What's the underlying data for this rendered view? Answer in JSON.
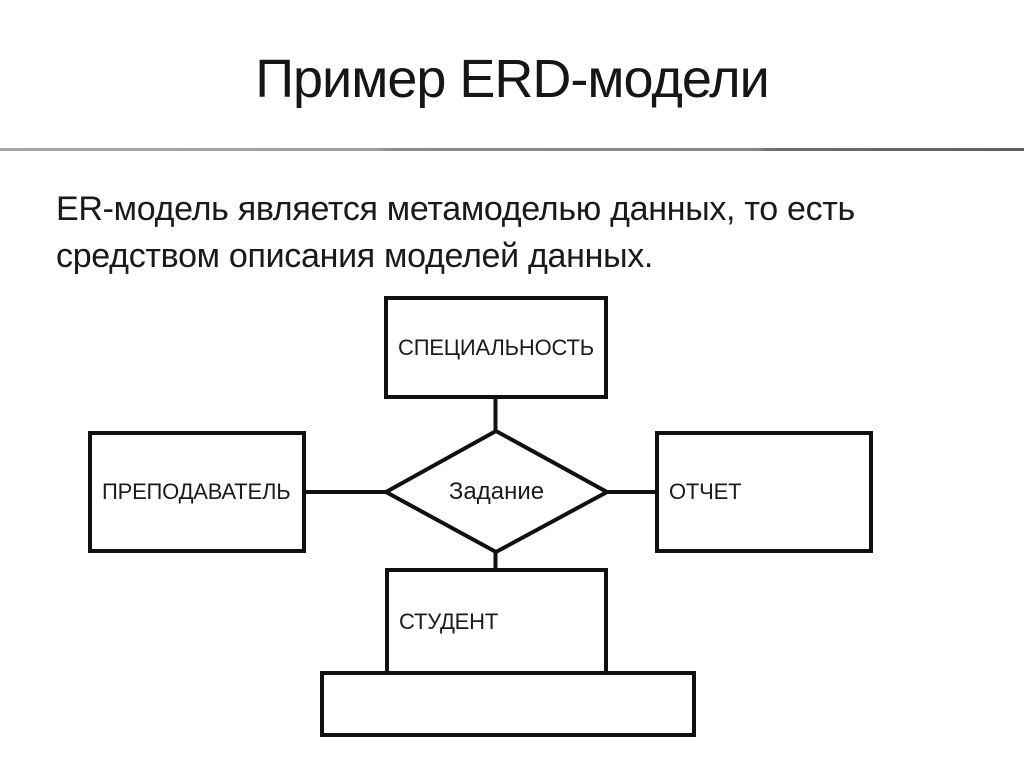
{
  "slide": {
    "title": "Пример ERD-модели",
    "body_line1": "ER-модель является метамоделью данных, то есть",
    "body_line2": "средством описания моделей данных."
  },
  "diagram": {
    "entities": {
      "specialty": {
        "label": "СПЕЦИАЛЬНОСТЬ"
      },
      "teacher": {
        "label": "ПРЕПОДАВАТЕЛЬ"
      },
      "report": {
        "label": "ОТЧЕТ"
      },
      "student": {
        "label": "СТУДЕНТ"
      },
      "extra": {
        "label": ""
      }
    },
    "relationship": {
      "label": "Задание"
    }
  },
  "colors": {
    "background": "#ffffff",
    "ink": "#111111",
    "divider_gray": "#8f8f8f"
  }
}
